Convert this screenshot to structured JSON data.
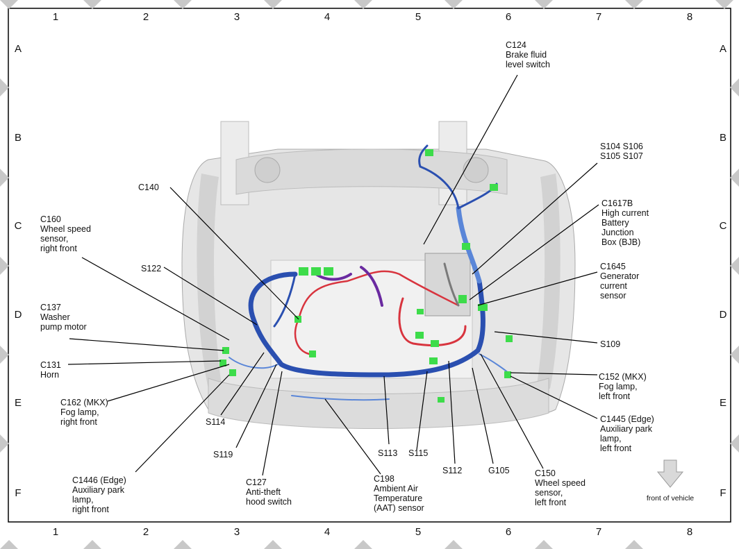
{
  "grid": {
    "columns": [
      "1",
      "2",
      "3",
      "4",
      "5",
      "6",
      "7",
      "8"
    ],
    "rows": [
      "A",
      "B",
      "C",
      "D",
      "E",
      "F"
    ]
  },
  "callouts": [
    {
      "id": "c124",
      "lines": [
        "C124",
        "Brake fluid",
        "level switch"
      ]
    },
    {
      "id": "s104",
      "lines": [
        "S104   S106",
        "S105   S107"
      ]
    },
    {
      "id": "c1617b",
      "lines": [
        "C1617B",
        "High current",
        "Battery",
        "Junction",
        "Box (BJB)"
      ]
    },
    {
      "id": "c1645",
      "lines": [
        "C1645",
        "Generator",
        "current",
        "sensor"
      ]
    },
    {
      "id": "s109",
      "lines": [
        "S109"
      ]
    },
    {
      "id": "c152",
      "lines": [
        "C152 (MKX)",
        "Fog lamp,",
        "left front"
      ]
    },
    {
      "id": "c1445",
      "lines": [
        "C1445 (Edge)",
        "Auxiliary park",
        "lamp,",
        "left front"
      ]
    },
    {
      "id": "c150",
      "lines": [
        "C150",
        "Wheel speed",
        "sensor,",
        "left front"
      ]
    },
    {
      "id": "g105",
      "lines": [
        "G105"
      ]
    },
    {
      "id": "s112",
      "lines": [
        "S112"
      ]
    },
    {
      "id": "s115",
      "lines": [
        "S115"
      ]
    },
    {
      "id": "s113",
      "lines": [
        "S113"
      ]
    },
    {
      "id": "c198",
      "lines": [
        "C198",
        "Ambient Air",
        "Temperature",
        "(AAT) sensor"
      ]
    },
    {
      "id": "c127",
      "lines": [
        "C127",
        "Anti-theft",
        "hood switch"
      ]
    },
    {
      "id": "s119",
      "lines": [
        "S119"
      ]
    },
    {
      "id": "s114",
      "lines": [
        "S114"
      ]
    },
    {
      "id": "c1446",
      "lines": [
        "C1446  (Edge)",
        "Auxiliary park",
        "lamp,",
        "right front"
      ]
    },
    {
      "id": "c162",
      "lines": [
        "C162 (MKX)",
        "Fog lamp,",
        "right front"
      ]
    },
    {
      "id": "c131",
      "lines": [
        "C131",
        "Horn"
      ]
    },
    {
      "id": "c137",
      "lines": [
        "C137",
        "Washer",
        "pump motor"
      ]
    },
    {
      "id": "c160",
      "lines": [
        "C160",
        "Wheel speed",
        "sensor,",
        "right front"
      ]
    },
    {
      "id": "s122",
      "lines": [
        "S122"
      ]
    },
    {
      "id": "c140",
      "lines": [
        "C140"
      ]
    }
  ],
  "orientation": {
    "label": "front of vehicle",
    "icon": "down-arrow-icon"
  },
  "colors": {
    "harness_blue": "#2a4fb0",
    "harness_red": "#d8343e",
    "connector_green": "#3ddc4a",
    "wire_purple": "#6a2aa0",
    "frame": "#000000",
    "diamond": "#c8c8c8"
  }
}
